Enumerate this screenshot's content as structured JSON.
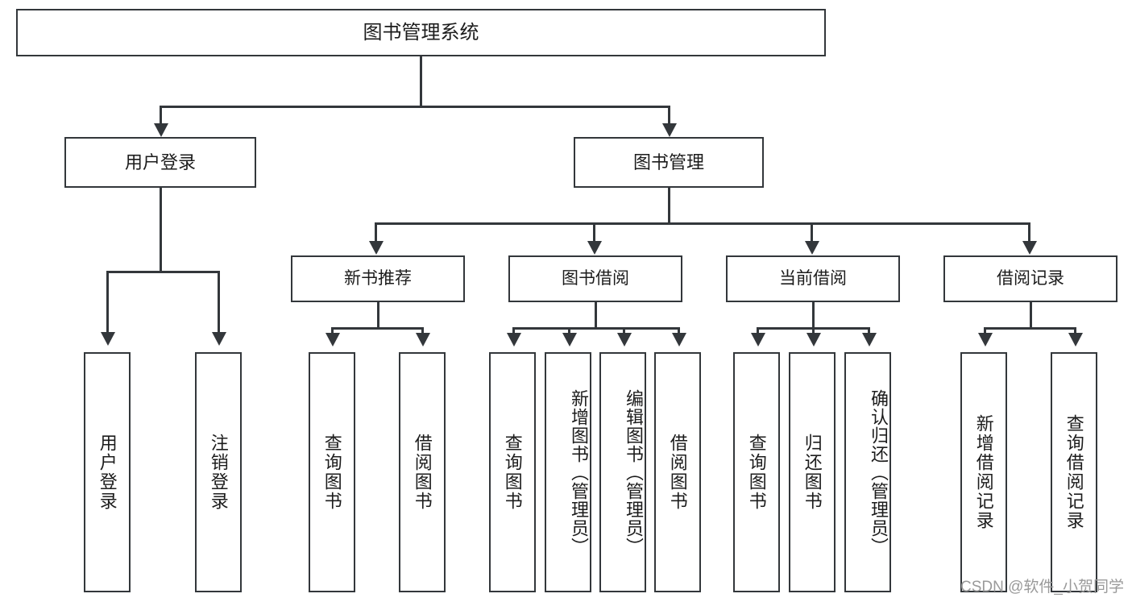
{
  "diagram": {
    "title": "图书管理系统",
    "type": "tree",
    "root": {
      "label": "图书管理系统"
    },
    "level2": [
      {
        "label": "用户登录"
      },
      {
        "label": "图书管理"
      }
    ],
    "level3": [
      {
        "label": "新书推荐"
      },
      {
        "label": "图书借阅"
      },
      {
        "label": "当前借阅"
      },
      {
        "label": "借阅记录"
      }
    ],
    "leaves": {
      "user_login": [
        {
          "label": "用户登录"
        },
        {
          "label": "注销登录"
        }
      ],
      "new_book_recommend": [
        {
          "label": "查询图书"
        },
        {
          "label": "借阅图书"
        }
      ],
      "book_borrow": [
        {
          "label": "查询图书"
        },
        {
          "label": "新增图书（管理员）"
        },
        {
          "label": "编辑图书（管理员）"
        },
        {
          "label": "借阅图书"
        }
      ],
      "current_borrow": [
        {
          "label": "查询图书"
        },
        {
          "label": "归还图书"
        },
        {
          "label": "确认归还（管理员）"
        }
      ],
      "borrow_record": [
        {
          "label": "新增借阅记录"
        },
        {
          "label": "查询借阅记录"
        }
      ]
    }
  },
  "watermark": {
    "text": "CSDN @软件_小贺同学"
  },
  "colors": {
    "stroke": "#33373b",
    "text": "#1c1c1c",
    "background": "#ffffff",
    "watermark": "#9a9a9a"
  }
}
